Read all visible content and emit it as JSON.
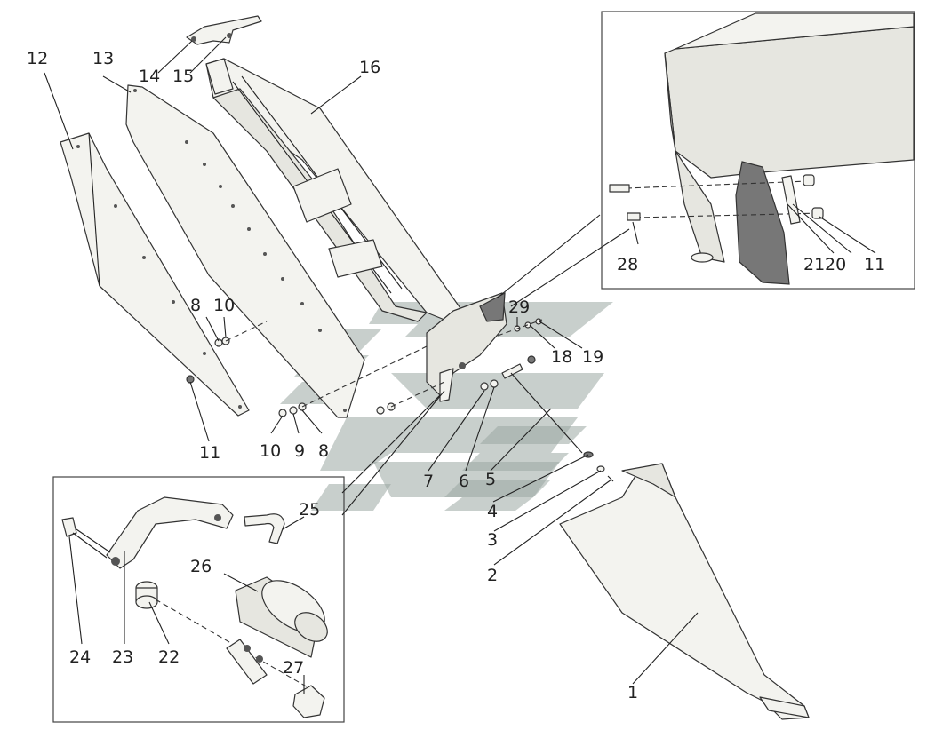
{
  "callouts": {
    "c1": "1",
    "c2": "2",
    "c3": "3",
    "c4": "4",
    "c5": "5",
    "c6": "6",
    "c7": "7",
    "c8a": "8",
    "c8b": "8",
    "c9": "9",
    "c10a": "10",
    "c10b": "10",
    "c11a": "11",
    "c11b": "11",
    "c12": "12",
    "c13": "13",
    "c14": "14",
    "c15": "15",
    "c16": "16",
    "c18": "18",
    "c19": "19",
    "c20": "20",
    "c21": "21",
    "c22": "22",
    "c23": "23",
    "c24": "24",
    "c25": "25",
    "c26": "26",
    "c27": "27",
    "c28": "28",
    "c29": "29"
  }
}
